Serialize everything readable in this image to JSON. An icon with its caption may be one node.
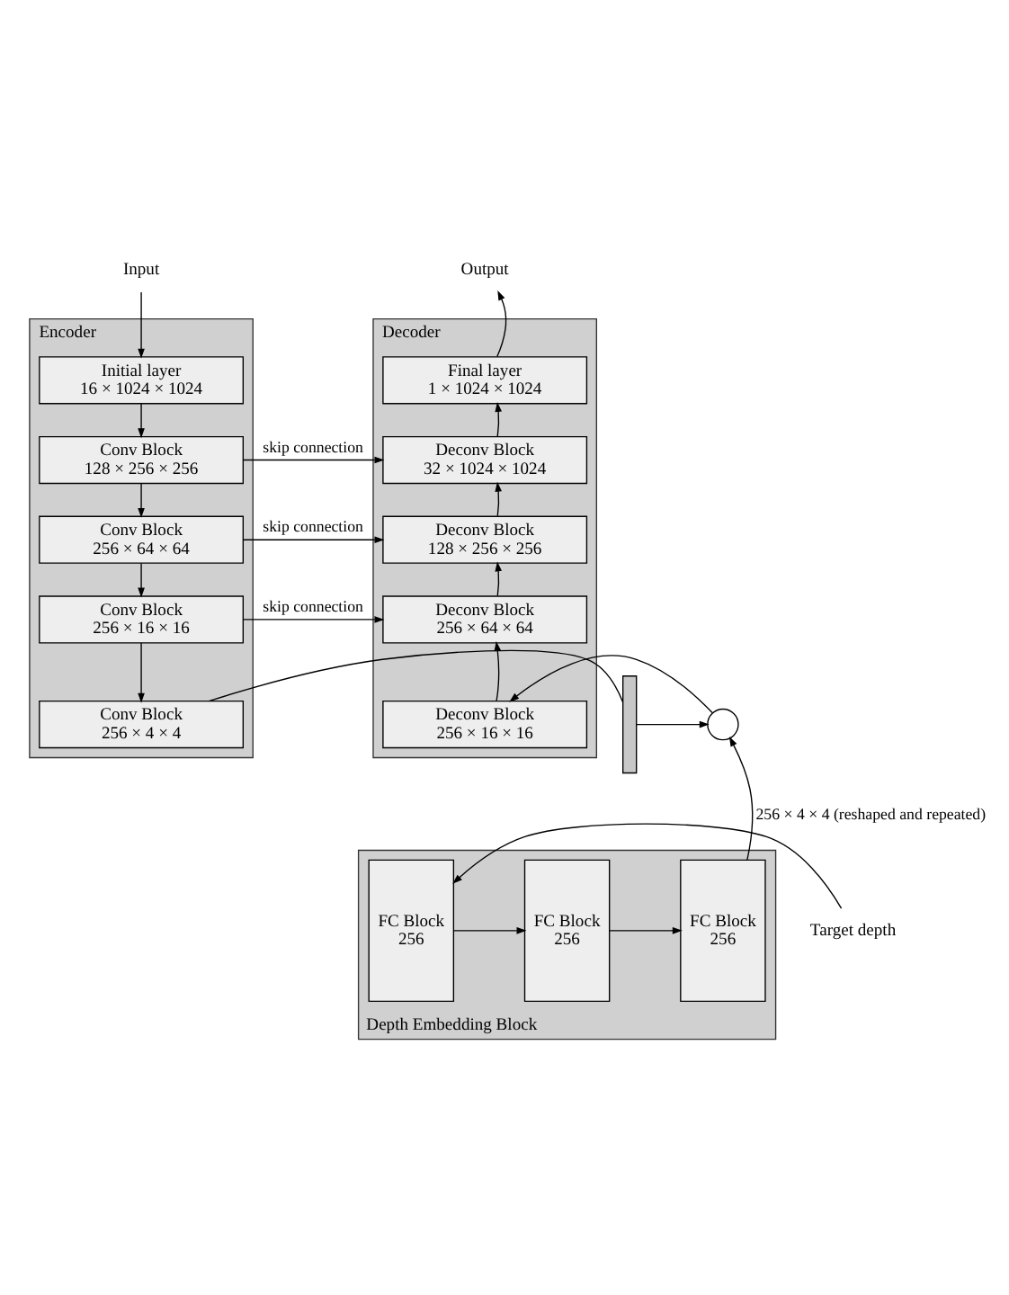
{
  "diagram": {
    "nodes": [
      {
        "text": [
          "Input"
        ]
      },
      {
        "text": [
          "Encoder"
        ]
      },
      {
        "text": [
          "Initial layer",
          "16 × 1024 × 1024"
        ],
        "in": 1
      },
      {
        "text": [
          "Conv Block",
          "128 × 256 × 256"
        ],
        "in": 1
      },
      {
        "text": [
          "Conv Block",
          "256 × 64 × 64"
        ],
        "in": 1
      },
      {
        "text": [
          "Conv Block",
          "256 × 16 × 16"
        ],
        "in": 1
      },
      {
        "text": [
          "Conv Block",
          "256 × 4 × 4"
        ],
        "in": 1
      },
      {
        "text": [
          "Output"
        ]
      },
      {
        "text": [
          "Decoder"
        ]
      },
      {
        "text": [
          "Final layer",
          "1 × 1024 × 1024"
        ],
        "in": 8
      },
      {
        "text": [
          "Deconv Block",
          "32 × 1024 × 1024"
        ],
        "in": 8
      },
      {
        "text": [
          "Deconv Block",
          "128 × 256 × 256"
        ],
        "in": 8
      },
      {
        "text": [
          "Deconv Block",
          "256 × 64 × 64"
        ],
        "in": 8
      },
      {
        "text": [
          "Deconv Block",
          "256 × 16 × 16"
        ],
        "in": 8
      },
      {
        "text": [],
        "shape": "bar"
      },
      {
        "text": [],
        "shape": "circle"
      },
      {
        "text": [
          "Target depth"
        ]
      },
      {
        "text": [
          "Depth Embedding Block"
        ]
      },
      {
        "text": [
          "FC Block",
          "256"
        ],
        "in": 17
      },
      {
        "text": [
          "FC Block",
          "256"
        ],
        "in": 17
      },
      {
        "text": [
          "FC Block",
          "256"
        ],
        "in": 17
      }
    ],
    "edges": [
      {
        "from": 0,
        "to": 2,
        "arrow": "to"
      },
      {
        "from": 2,
        "to": 3,
        "arrow": "to"
      },
      {
        "from": 3,
        "to": 4,
        "arrow": "to"
      },
      {
        "from": 4,
        "to": 5,
        "arrow": "to"
      },
      {
        "from": 5,
        "to": 6,
        "arrow": "to"
      },
      {
        "from": 3,
        "to": 10,
        "arrow": "to",
        "label": "skip connection"
      },
      {
        "from": 4,
        "to": 11,
        "arrow": "to",
        "label": "skip connection"
      },
      {
        "from": 5,
        "to": 12,
        "arrow": "to",
        "label": "skip connection"
      },
      {
        "from": 6,
        "to": 14,
        "arrow": "none"
      },
      {
        "from": 14,
        "to": 15,
        "arrow": "to"
      },
      {
        "from": 15,
        "to": 13,
        "arrow": "to"
      },
      {
        "from": 13,
        "to": 12,
        "arrow": "to"
      },
      {
        "from": 12,
        "to": 11,
        "arrow": "to"
      },
      {
        "from": 11,
        "to": 10,
        "arrow": "to"
      },
      {
        "from": 10,
        "to": 9,
        "arrow": "to"
      },
      {
        "from": 9,
        "to": 7,
        "arrow": "to"
      },
      {
        "from": 16,
        "to": 18,
        "arrow": "to"
      },
      {
        "from": 18,
        "to": 19,
        "arrow": "to"
      },
      {
        "from": 19,
        "to": 20,
        "arrow": "to"
      },
      {
        "from": 20,
        "to": 15,
        "arrow": "to",
        "label": "256 × 4 × 4 (reshaped and repeated)"
      }
    ]
  }
}
